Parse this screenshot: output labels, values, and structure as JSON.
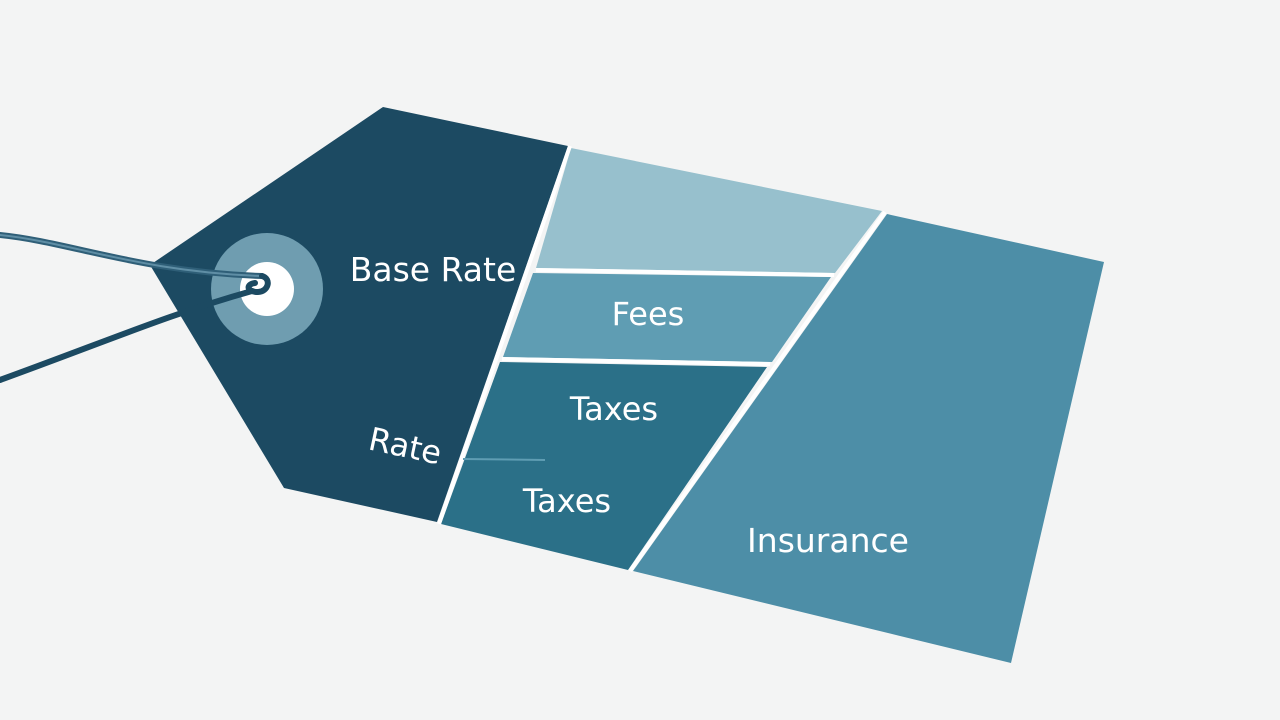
{
  "colors": {
    "background": "#f3f4f4",
    "base_rate": "#1c4a62",
    "top_blank": "#97c0cd",
    "fees": "#5f9db3",
    "taxes": "#2b7088",
    "insurance": "#4d8ea7",
    "divider": "#ffffff",
    "string": "#2f5f78",
    "eyelet_ring": "#6f9db0"
  },
  "segments": {
    "base_rate": "Base Rate",
    "rate": "Rate",
    "fees": "Fees",
    "taxes_upper": "Taxes",
    "taxes_lower": "Taxes",
    "insurance": "Insurance"
  }
}
